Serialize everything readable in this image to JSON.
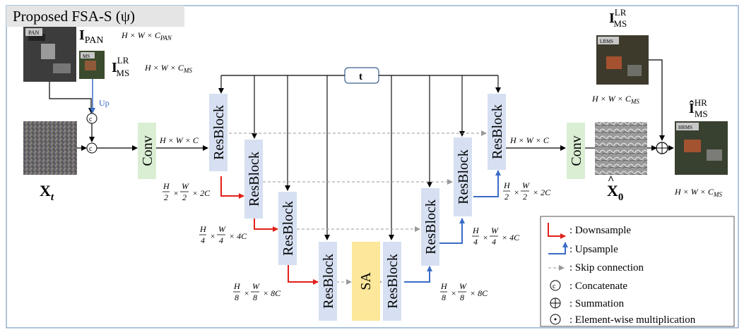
{
  "header": {
    "title": "Proposed FSA-S (ψ)"
  },
  "inputs": {
    "pan": {
      "tag": "PAN",
      "label": "I",
      "sub": "PAN",
      "dim": "H × W × C",
      "dim_sub": "PAN"
    },
    "ms": {
      "tag": "MS",
      "label": "I",
      "sup": "LR",
      "sub": "MS",
      "dim": "H × W × C",
      "dim_sub": "MS"
    },
    "noise": {
      "label": "X",
      "sub": "t"
    },
    "up_label": "Up",
    "concat_symbol": "c"
  },
  "time": {
    "label": "t"
  },
  "blocks": {
    "resblock_label": "ResBlock",
    "conv_label": "Conv",
    "sa_label": "SA"
  },
  "dims": {
    "full": "H × W × C",
    "half_num": "H",
    "half_den": "2",
    "half_w_num": "W",
    "half_w_den": "2",
    "half_c": "× 2C",
    "quarter_num": "H",
    "quarter_den": "4",
    "quarter_w_num": "W",
    "quarter_w_den": "4",
    "quarter_c": "× 4C",
    "eighth_num": "H",
    "eighth_den": "8",
    "eighth_w_num": "W",
    "eighth_w_den": "8",
    "eighth_c": "× 8C"
  },
  "outputs": {
    "lrms": {
      "tag": "LRMS",
      "label": "I",
      "sup": "LR",
      "sub": "MS",
      "dim": "H × W × C",
      "dim_sub": "MS"
    },
    "x0": {
      "label": "X",
      "sub": "0"
    },
    "hrms": {
      "tag": "HRMS",
      "label": "Î",
      "sup": "HR",
      "sub": "MS",
      "dim": "H × W × C",
      "dim_sub": "MS"
    }
  },
  "legend": {
    "items": [
      {
        "text": ": Downsample",
        "color": "#e0201b"
      },
      {
        "text": ": Upsample",
        "color": "#3a6cc4"
      },
      {
        "text": ": Skip connection",
        "color": "#999999"
      },
      {
        "text": ": Concatenate"
      },
      {
        "text": ": Summation"
      },
      {
        "text": ": Element-wise multiplication"
      }
    ]
  }
}
